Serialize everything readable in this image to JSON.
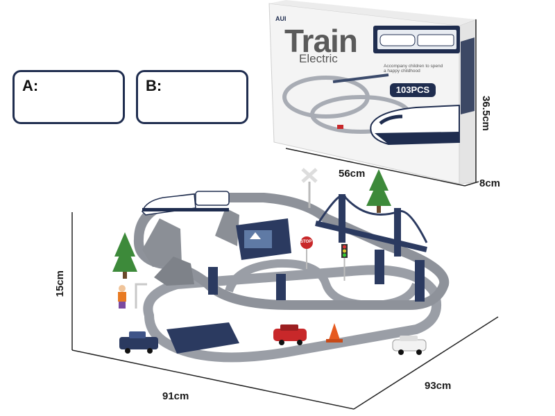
{
  "variants": {
    "a": {
      "label": "A:"
    },
    "b": {
      "label": "B:"
    }
  },
  "box": {
    "brand": "AUI",
    "title": "Train",
    "subtitle": "Electric",
    "slogan": "Accompany children to spend a happy childhood",
    "pieces": "103PCS",
    "width": "56cm",
    "height": "36.5cm",
    "depth": "8cm"
  },
  "playset": {
    "height": "15cm",
    "length": "91cm",
    "depth": "93cm",
    "stop_sign": "STOP"
  },
  "colors": {
    "navy": "#1f2d4f",
    "track_gray": "#9a9ea6",
    "tree_green": "#3d8a3a",
    "car_red": "#c8282a"
  }
}
